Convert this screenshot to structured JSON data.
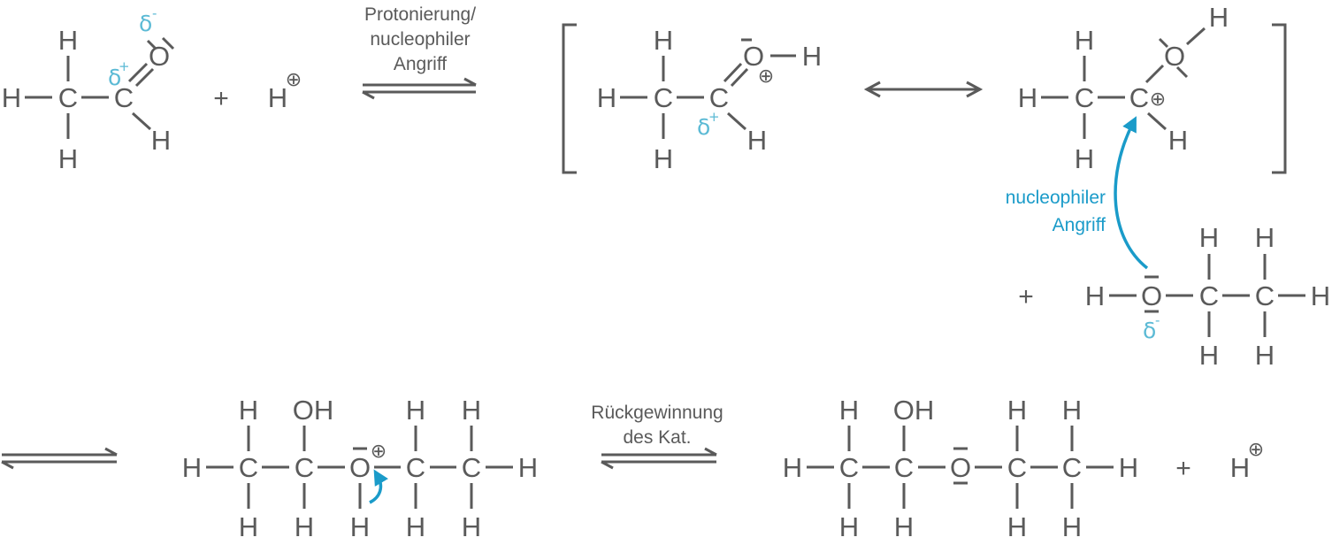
{
  "reaction_labels": {
    "step1": [
      "Protonierung/",
      "nucleophiler",
      "Angriff"
    ],
    "attack": [
      "nucleophiler",
      "Angriff"
    ],
    "step3": [
      "Rückgewinnung",
      "des Kat."
    ]
  },
  "atoms": {
    "H": "H",
    "C": "C",
    "O": "O",
    "OH": "OH"
  },
  "symbols": {
    "plus": "+",
    "positive_charge": "⊕",
    "delta": "δ",
    "delta_plus": "+",
    "delta_minus": "-"
  },
  "colors": {
    "ink": "#5a5a5a",
    "partial_charge": "#5bbad5",
    "curly_arrow": "#1a9bc9"
  }
}
